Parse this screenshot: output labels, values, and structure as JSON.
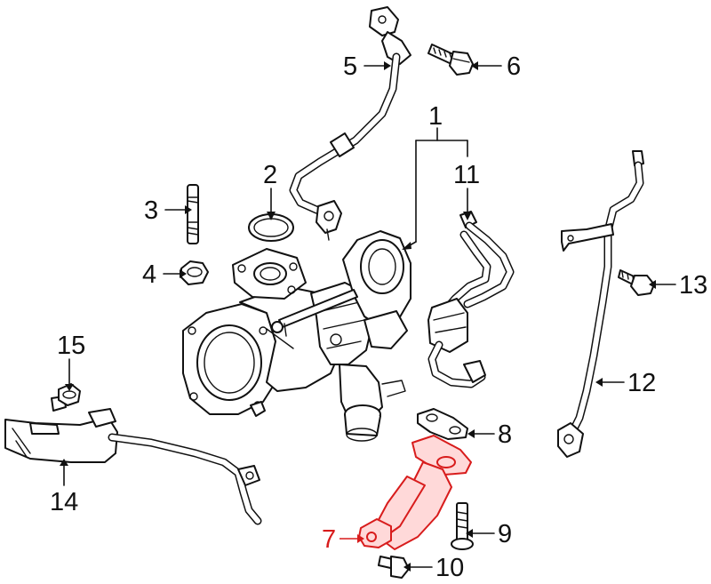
{
  "callouts": [
    {
      "id": "1",
      "label": "1"
    },
    {
      "id": "2",
      "label": "2"
    },
    {
      "id": "3",
      "label": "3"
    },
    {
      "id": "4",
      "label": "4"
    },
    {
      "id": "5",
      "label": "5"
    },
    {
      "id": "6",
      "label": "6"
    },
    {
      "id": "7",
      "label": "7"
    },
    {
      "id": "8",
      "label": "8"
    },
    {
      "id": "9",
      "label": "9"
    },
    {
      "id": "10",
      "label": "10"
    },
    {
      "id": "11",
      "label": "11"
    },
    {
      "id": "12",
      "label": "12"
    },
    {
      "id": "13",
      "label": "13"
    },
    {
      "id": "14",
      "label": "14"
    },
    {
      "id": "15",
      "label": "15"
    }
  ],
  "colors": {
    "line": "#111111",
    "highlight": "#d81c1c",
    "highlight_fill": "#ffd9d9",
    "background": "#ffffff"
  },
  "highlighted_callout": "7"
}
